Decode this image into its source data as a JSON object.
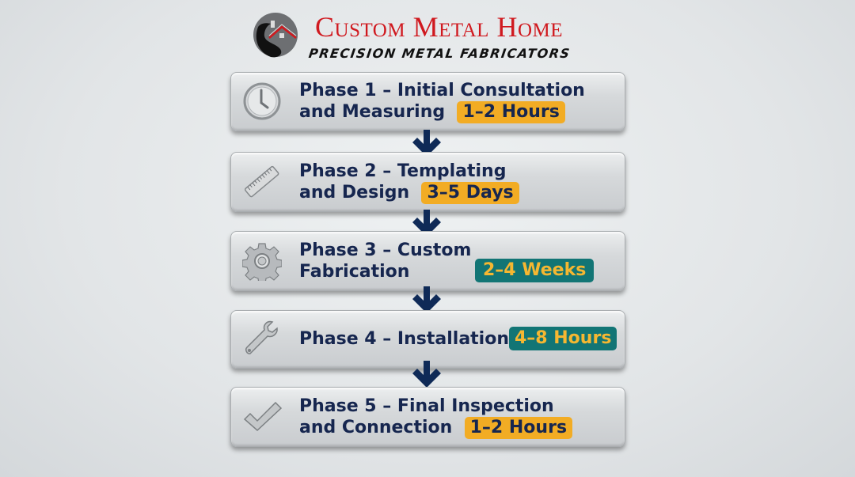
{
  "header": {
    "brand": "Custom Metal Home",
    "tagline": "PRECISION METAL FABRICATORS",
    "logo_icon": "house-logo-icon"
  },
  "colors": {
    "brand_red": "#d0191f",
    "text_navy": "#16264f",
    "badge_amber": "#f2ac24",
    "badge_teal": "#127575",
    "arrow_navy": "#0f2a57"
  },
  "phases": [
    {
      "line1": "Phase 1 – Initial Consultation",
      "line2": "and Measuring",
      "duration": "1–2 Hours",
      "badge_style": "amber",
      "icon": "clock-icon"
    },
    {
      "line1": "Phase 2 – Templating",
      "line2": "and Design",
      "duration": "3–5 Days",
      "badge_style": "amber",
      "icon": "ruler-icon"
    },
    {
      "line1": "Phase 3 – Custom",
      "line2": "Fabrication",
      "duration": "2–4 Weeks",
      "badge_style": "teal",
      "icon": "gear-icon"
    },
    {
      "line1": "Phase 4 – Installation",
      "line2": "",
      "duration": "4–8 Hours",
      "badge_style": "teal",
      "icon": "wrench-icon"
    },
    {
      "line1": "Phase 5 – Final Inspection",
      "line2": "and Connection",
      "duration": "1–2 Hours",
      "badge_style": "amber",
      "icon": "checkmark-icon"
    }
  ]
}
